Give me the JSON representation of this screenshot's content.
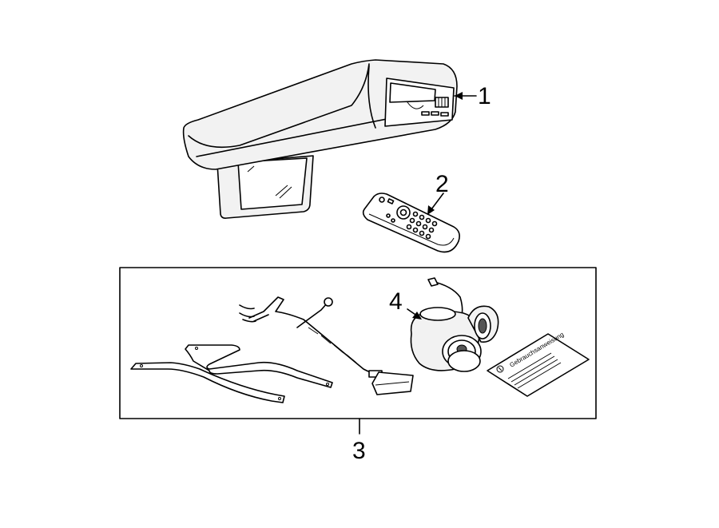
{
  "diagram": {
    "callouts": [
      {
        "id": "1",
        "label": "1"
      },
      {
        "id": "2",
        "label": "2"
      },
      {
        "id": "3",
        "label": "3"
      },
      {
        "id": "4",
        "label": "4"
      }
    ],
    "parts": [
      {
        "callout": "1",
        "icon": "overhead-dvd-console-icon"
      },
      {
        "callout": "2",
        "icon": "remote-control-icon"
      },
      {
        "callout": "3",
        "icon": "installation-kit-box-icon"
      },
      {
        "callout": "4",
        "icon": "headphones-icon"
      }
    ],
    "manual_cover_text": "Gebrauchsanweisung"
  }
}
